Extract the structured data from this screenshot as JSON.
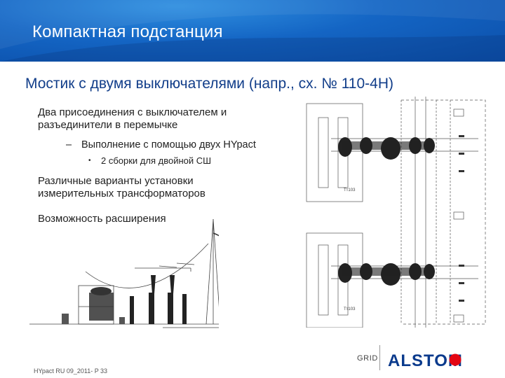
{
  "header": {
    "title": "Компактная подстанция"
  },
  "slide": {
    "title": "Мостик с двумя выключателями (напр., сх. № 110-4H)",
    "bullets": {
      "item1_line1": "Два присоединения с выключателем и",
      "item1_line2": "разъединители в перемычке",
      "item1_sub": "Выполнение с помощью двух HYpact",
      "item1_subsub": "2 сборки для двойной СШ",
      "item2_line1": "Различные варианты установки",
      "item2_line2": "измерительных трансформаторов",
      "item3": "Возможность расширения"
    }
  },
  "drawing": {
    "label_top": "Тт103",
    "label_bottom": "Тт103"
  },
  "footer": {
    "text": "HYpact RU 09_2011- P 33",
    "grid": "GRID",
    "brand": "ALSTOM"
  },
  "colors": {
    "header_blue": "#1465c4",
    "title_blue": "#123e8a",
    "alstom_blue": "#0a3a8c",
    "alstom_red": "#e30613"
  }
}
